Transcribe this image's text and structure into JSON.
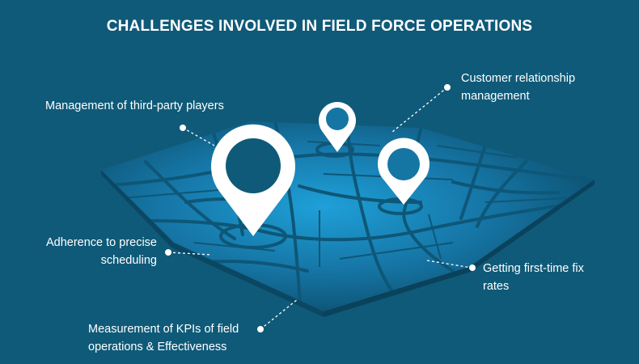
{
  "title": "CHALLENGES INVOLVED IN FIELD FORCE OPERATIONS",
  "labels": {
    "third_party": "Management of third-party players",
    "crm_line1": "Customer relationship",
    "crm_line2": "management",
    "scheduling_line1": "Adherence to precise",
    "scheduling_line2": "scheduling",
    "fix_rates_line1": "Getting first-time fix",
    "fix_rates_line2": "rates",
    "kpi_line1": "Measurement of KPIs of field",
    "kpi_line2": "operations & Effectiveness"
  },
  "colors": {
    "background": "#0f5a78",
    "map_center": "#1d8fc6",
    "map_edge": "#0b4a66",
    "pin": "#ffffff",
    "text": "#ffffff"
  },
  "icons": [
    "location-pin-icon",
    "location-pin-icon",
    "location-pin-icon"
  ]
}
